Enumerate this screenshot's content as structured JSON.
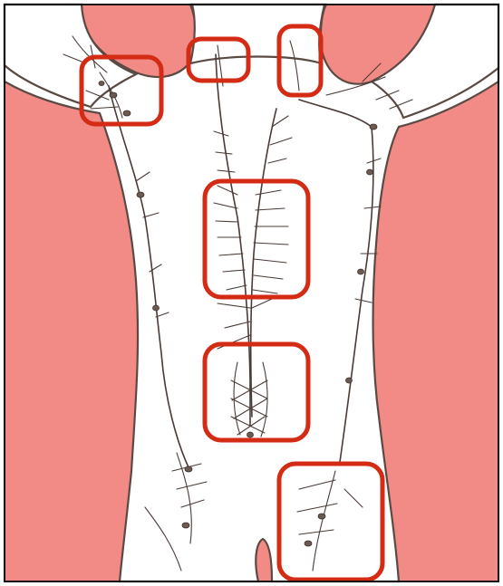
{
  "figure": {
    "background_color": "#f28a86",
    "body_color": "#ffffff",
    "vessel_color": "#4a3b36",
    "highlight_color": "#d42b14"
  },
  "highlights": [
    {
      "name": "highlight-right-axilla"
    },
    {
      "name": "highlight-neck-left"
    },
    {
      "name": "highlight-neck-right"
    },
    {
      "name": "highlight-thoracic-duct"
    },
    {
      "name": "highlight-cisterna-chyli"
    },
    {
      "name": "highlight-inguinal"
    }
  ]
}
